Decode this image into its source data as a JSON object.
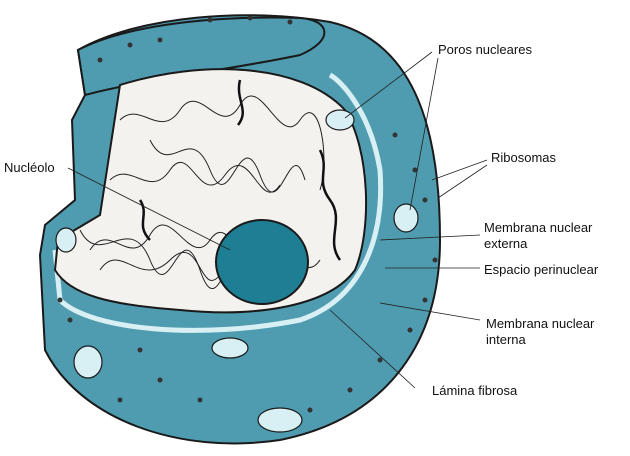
{
  "colors": {
    "membrane": "#4f9cb0",
    "membrane_light": "#d8f0f4",
    "nucleoplasm": "#f4f2ee",
    "nucleolus": "#1e7e93",
    "outline": "#1a1a1a"
  },
  "labels": {
    "nucleolo": "Nucléolo",
    "poros": "Poros nucleares",
    "ribosomas": "Ribosomas",
    "membrana_externa": [
      "Membrana nuclear",
      "externa"
    ],
    "espacio_perinuclear": "Espacio perinuclear",
    "membrana_interna": [
      "Membrana nuclear",
      "interna"
    ],
    "lamina": "Lámina fibrosa"
  }
}
